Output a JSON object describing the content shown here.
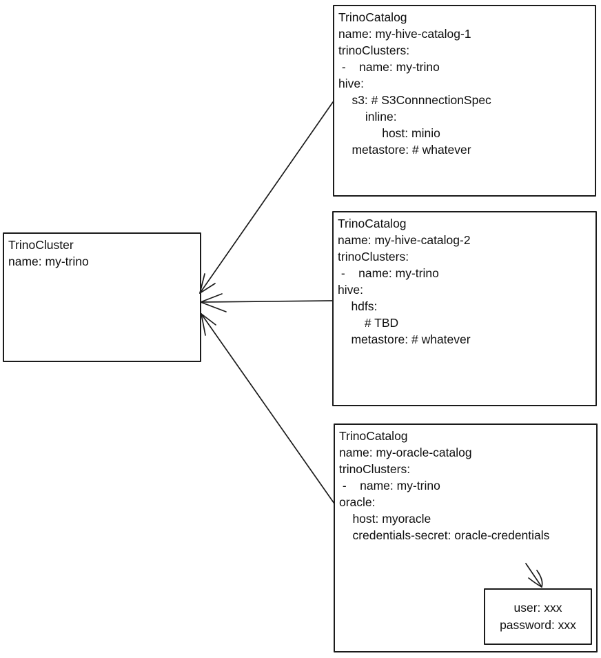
{
  "diagram": {
    "background": "#ffffff",
    "ink": "#1b1b1b",
    "style": "hand-drawn-sketch"
  },
  "nodes": {
    "cluster": {
      "kind": "TrinoCluster",
      "lines": [
        "TrinoCluster",
        "name: my-trino"
      ]
    },
    "catalog1": {
      "kind": "TrinoCatalog",
      "lines": [
        "TrinoCatalog",
        "name: my-hive-catalog-1",
        "trinoClusters:",
        " -    name: my-trino",
        "hive:",
        "    s3: # S3ConnnectionSpec",
        "        inline:",
        "             host: minio",
        "    metastore: # whatever"
      ]
    },
    "catalog2": {
      "kind": "TrinoCatalog",
      "lines": [
        "TrinoCatalog",
        "name: my-hive-catalog-2",
        "trinoClusters:",
        " -    name: my-trino",
        "hive:",
        "    hdfs:",
        "        # TBD",
        "    metastore: # whatever"
      ]
    },
    "catalog3": {
      "kind": "TrinoCatalog",
      "lines": [
        "TrinoCatalog",
        "name: my-oracle-catalog",
        "trinoClusters:",
        " -    name: my-trino",
        "oracle:",
        "    host: myoracle",
        "    credentials-secret: oracle-credentials"
      ]
    },
    "secret": {
      "kind": "Secret",
      "lines": [
        "user: xxx",
        "password: xxx"
      ]
    }
  },
  "edges": [
    {
      "from": "catalog1",
      "to": "cluster",
      "style": "arrow"
    },
    {
      "from": "catalog2",
      "to": "cluster",
      "style": "arrow"
    },
    {
      "from": "catalog3",
      "to": "cluster",
      "style": "arrow"
    },
    {
      "from": "credentials-secret",
      "to": "secret",
      "style": "arrow"
    }
  ]
}
